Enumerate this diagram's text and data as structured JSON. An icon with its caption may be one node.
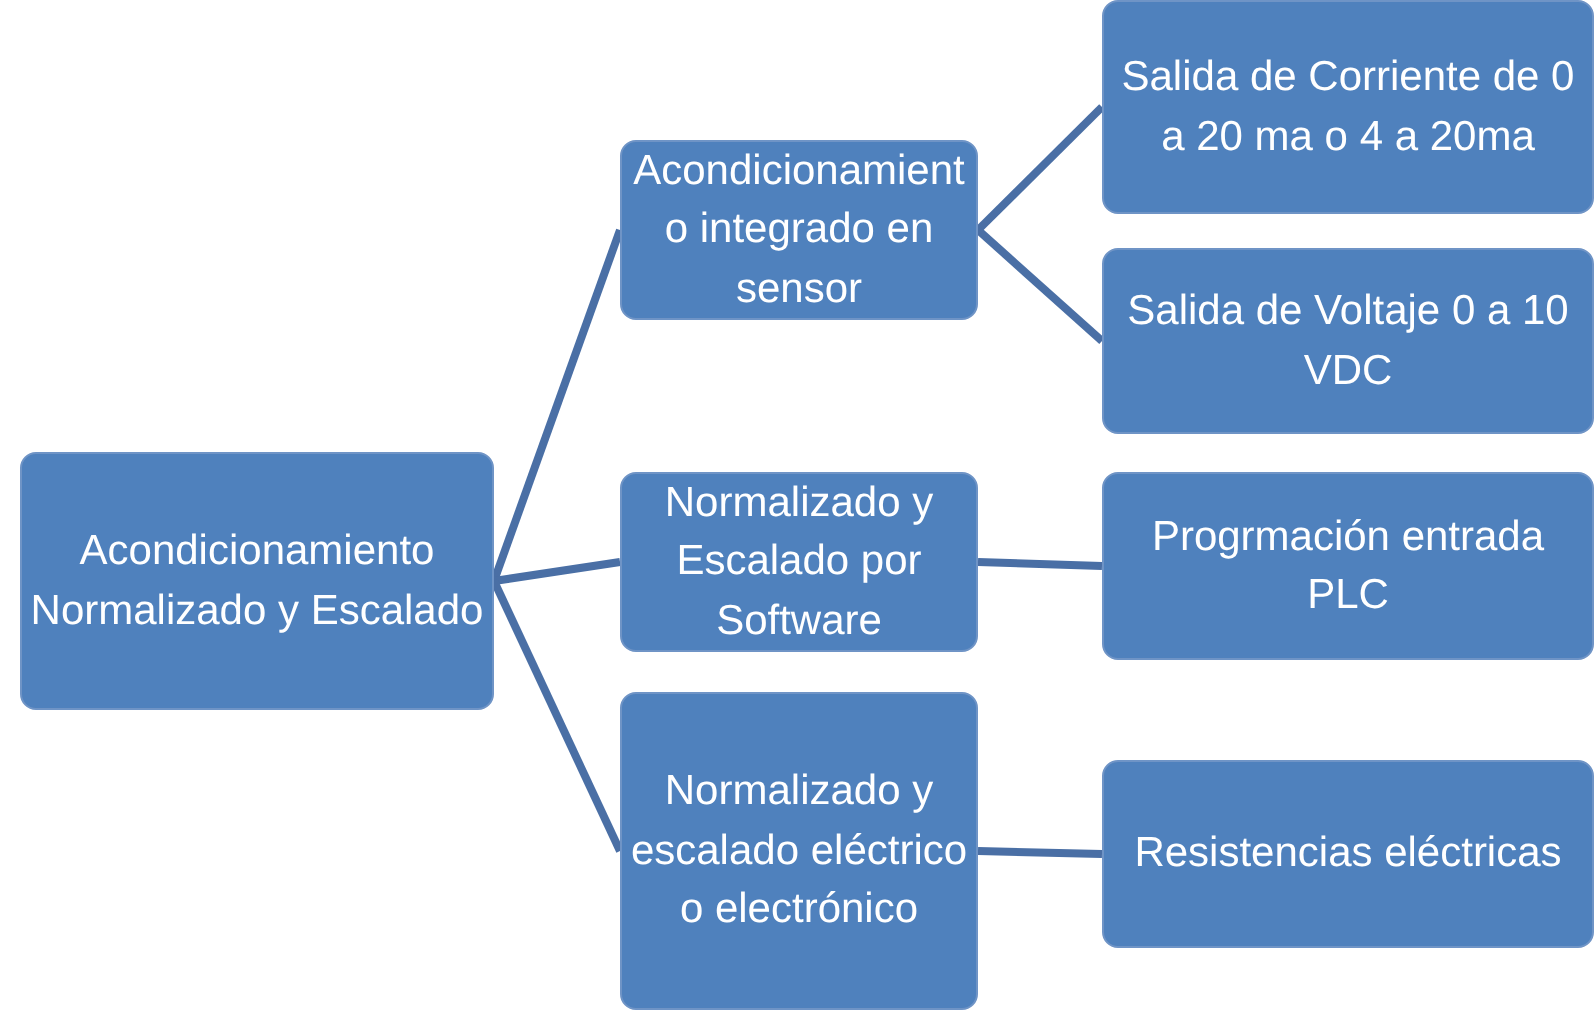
{
  "diagram": {
    "nodes": [
      {
        "text": [
          "Acondicionamiento Normalizado y Escalado"
        ]
      },
      {
        "text": [
          "Acondicionamiento integrado en sensor"
        ]
      },
      {
        "text": [
          "Normalizado y Escalado por Software"
        ]
      },
      {
        "text": [
          "Normalizado y escalado eléctrico o electrónico"
        ]
      },
      {
        "text": [
          "Salida de Corriente de 0 a 20 ma o 4 a 20ma"
        ]
      },
      {
        "text": [
          "Salida de Voltaje 0 a 10 VDC"
        ]
      },
      {
        "text": [
          "Progrmación entrada PLC"
        ]
      },
      {
        "text": [
          "Resistencias eléctricas"
        ]
      }
    ],
    "edges": [
      {
        "from": 0,
        "to": 1,
        "arrow": "none"
      },
      {
        "from": 0,
        "to": 2,
        "arrow": "none"
      },
      {
        "from": 0,
        "to": 3,
        "arrow": "none"
      },
      {
        "from": 1,
        "to": 4,
        "arrow": "none"
      },
      {
        "from": 1,
        "to": 5,
        "arrow": "none"
      },
      {
        "from": 2,
        "to": 6,
        "arrow": "none"
      },
      {
        "from": 3,
        "to": 7,
        "arrow": "none"
      }
    ]
  }
}
